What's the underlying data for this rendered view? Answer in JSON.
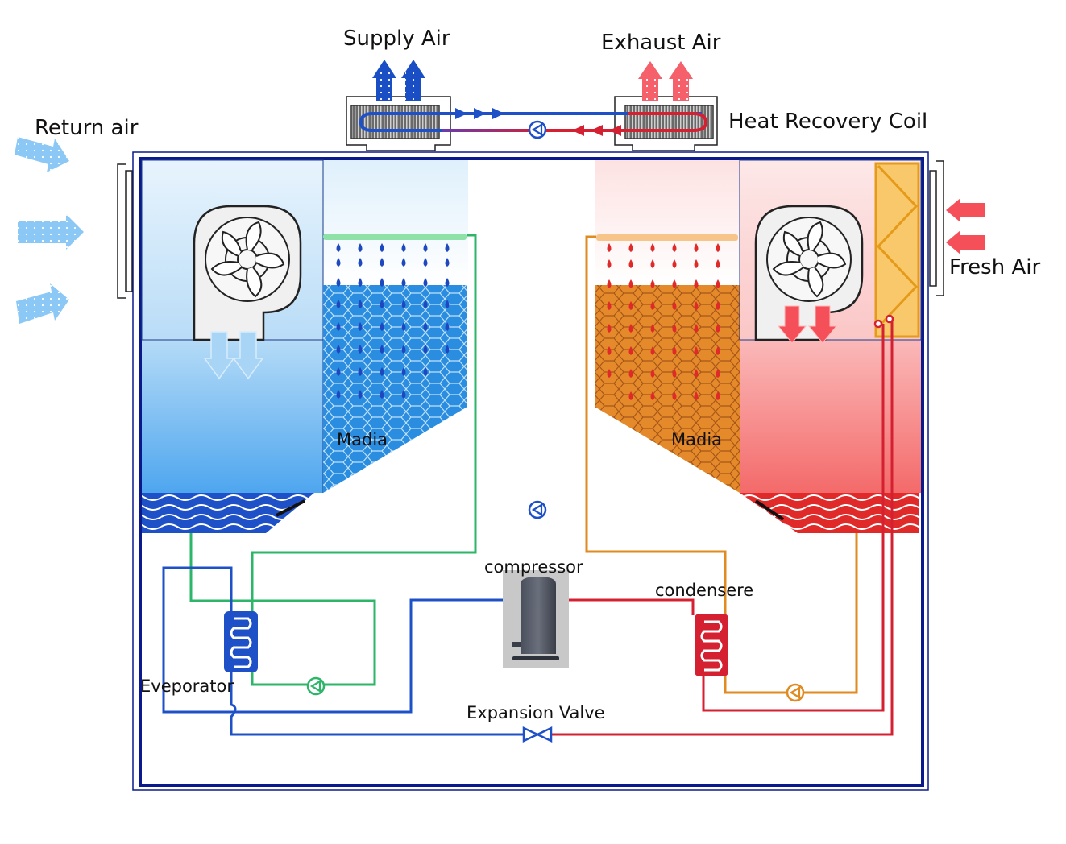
{
  "labels": {
    "supply_air": "Supply Air",
    "exhaust_air": "Exhaust Air",
    "return_air": "Return air",
    "heat_recovery_coil": "Heat Recovery Coil",
    "fresh_air": "Fresh Air",
    "media_left": "Madia",
    "media_right": "Madia",
    "compressor": "compressor",
    "condenser": "condensere",
    "evaporator": "Eveporator",
    "expansion_valve": "Expansion Valve"
  },
  "colors": {
    "frame": "#0a1a8c",
    "cold_blue": "#1e50c8",
    "hot_red": "#d42030",
    "green_loop": "#2db56a",
    "orange_loop": "#e08a20",
    "air_cool": "#8cc8f5",
    "air_hot": "#f5505a"
  },
  "icons": {
    "fan": "fan-icon",
    "pump": "pump-icon",
    "valve": "expansion-valve-icon",
    "coil": "coil-icon"
  }
}
